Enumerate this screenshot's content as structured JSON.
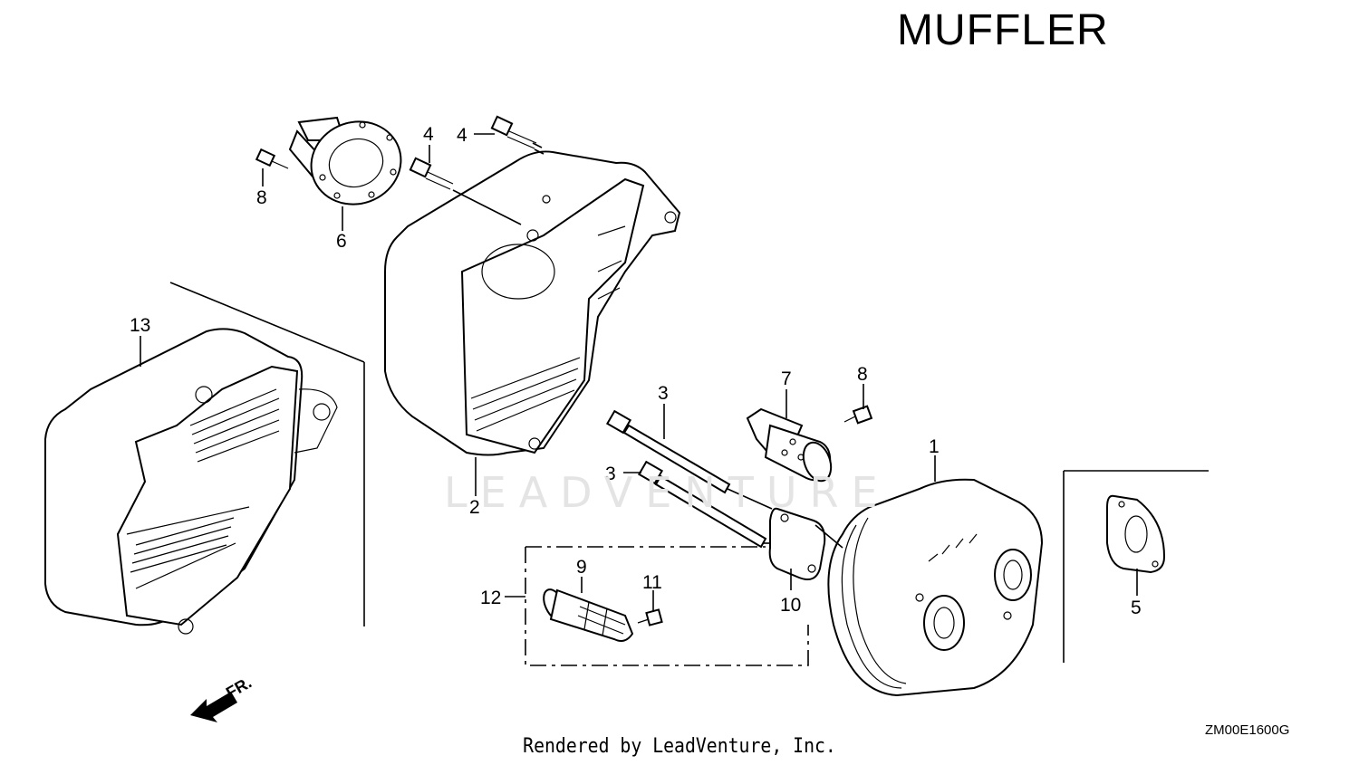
{
  "title": "MUFFLER",
  "diagram_code": "ZM00E1600G",
  "footer": "Rendered by LeadVenture, Inc.",
  "watermark": "LEADVENTURE",
  "direction_label": "FR.",
  "callouts": {
    "c1": "1",
    "c2": "2",
    "c3a": "3",
    "c3b": "3",
    "c4a": "4",
    "c4b": "4",
    "c5": "5",
    "c6": "6",
    "c7": "7",
    "c8a": "8",
    "c8b": "8",
    "c9": "9",
    "c10": "10",
    "c11": "11",
    "c12": "12",
    "c13": "13"
  }
}
